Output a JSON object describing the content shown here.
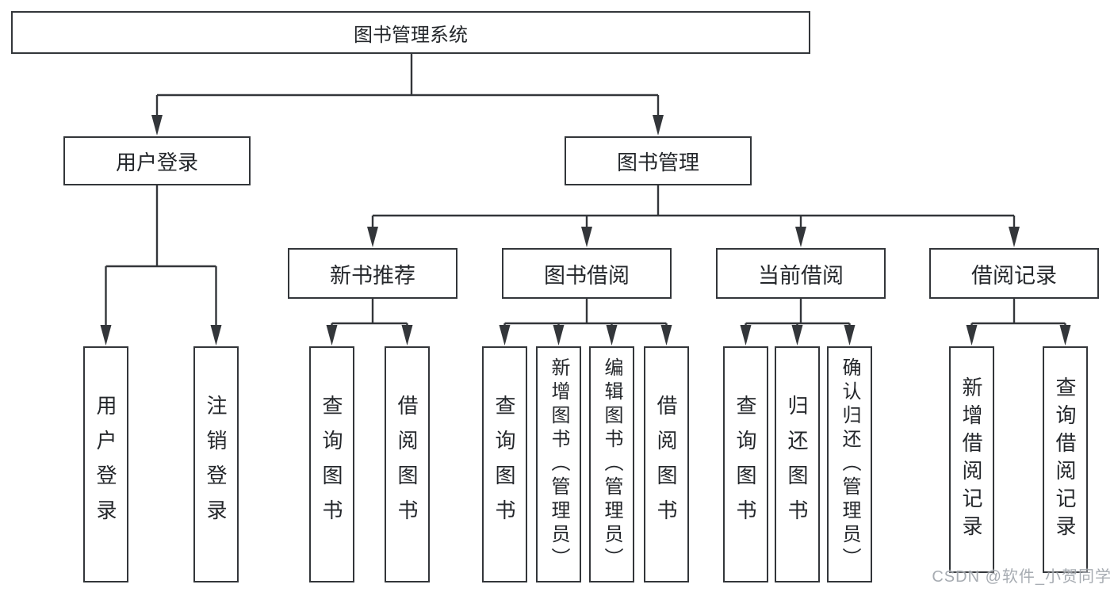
{
  "diagram": {
    "root": {
      "label": "图书管理系统"
    },
    "level2": {
      "user_login": {
        "label": "用户登录"
      },
      "book_mgmt": {
        "label": "图书管理"
      }
    },
    "level3": {
      "new_book": {
        "label": "新书推荐"
      },
      "book_borrow": {
        "label": "图书借阅"
      },
      "current_borrow": {
        "label": "当前借阅"
      },
      "borrow_records": {
        "label": "借阅记录"
      }
    },
    "leaves": {
      "user_login": [
        "用户登录",
        "注销登录"
      ],
      "new_book": [
        "查询图书",
        "借阅图书"
      ],
      "book_borrow": [
        "查询图书",
        "新增图书（管理员）",
        "编辑图书（管理员）",
        "借阅图书"
      ],
      "current_borrow": [
        "查询图书",
        "归还图书",
        "确认归还（管理员）"
      ],
      "borrow_records": [
        "新增借阅记录",
        "查询借阅记录"
      ]
    }
  },
  "watermark": {
    "text": "CSDN @软件_小贺同学"
  },
  "colors": {
    "line": "#33363a",
    "text": "#24272b",
    "background": "#ffffff",
    "watermark": "#989ea4"
  }
}
